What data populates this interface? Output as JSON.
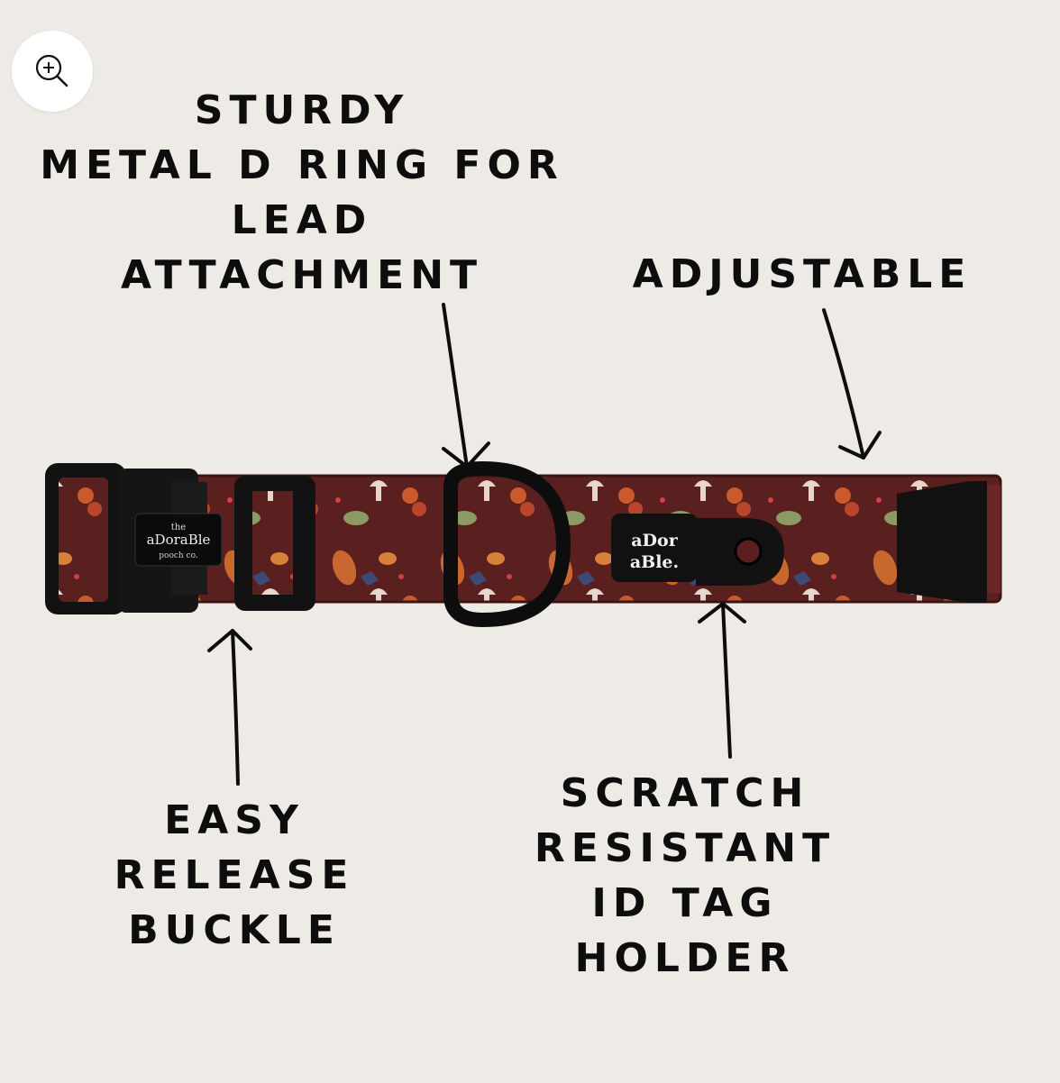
{
  "zoom_button": {
    "icon": "zoom-in-icon"
  },
  "labels": {
    "d_ring": [
      "STURDY",
      "METAL D RING FOR",
      "LEAD",
      "ATTACHMENT"
    ],
    "adjustable": [
      "ADJUSTABLE"
    ],
    "buckle": [
      "EASY",
      "RELEASE",
      "BUCKLE"
    ],
    "id_tag": [
      "SCRATCH",
      "RESISTANT",
      "ID TAG",
      "HOLDER"
    ]
  },
  "product": {
    "buckle_brand": [
      "the",
      "aDoraBle",
      "pooch co."
    ],
    "tag_brand": [
      "aDor",
      "aBle."
    ]
  },
  "colors": {
    "background": "#eeebe6",
    "webbing": "#5a1f1f",
    "hardware": "#111111",
    "text": "#0d0d0d"
  }
}
